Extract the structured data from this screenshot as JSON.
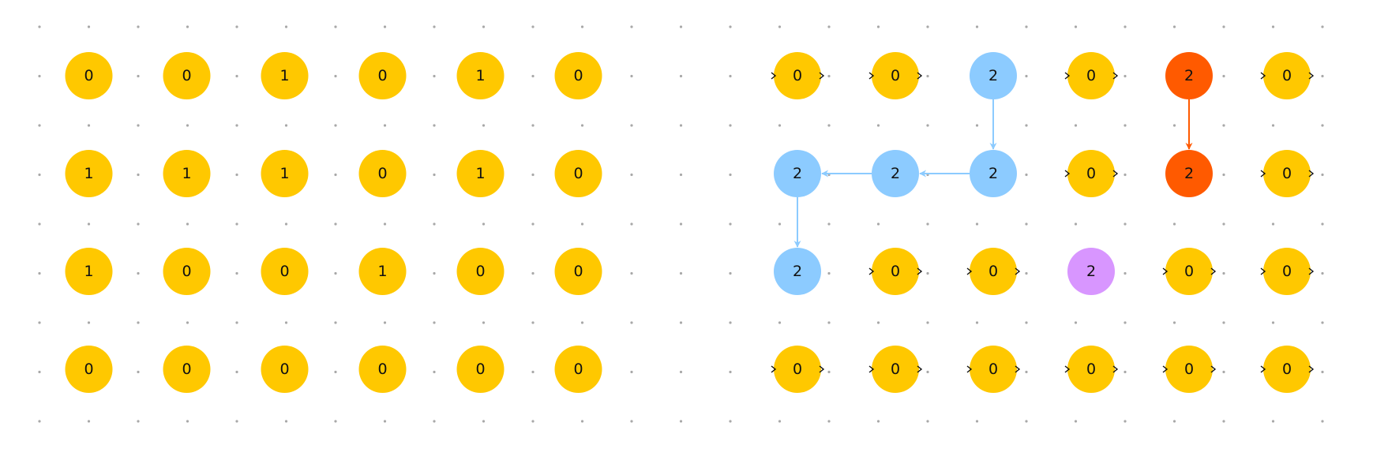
{
  "colors": {
    "background": "#ffffff",
    "grid_dot": "#a8a8a8",
    "default_node": "#ffc800",
    "group_blue": "#8ccbff",
    "group_orange": "#ff5a00",
    "group_purple": "#d896ff",
    "text": "#111111"
  },
  "input_grid": {
    "rows": 4,
    "cols": 6,
    "values": [
      [
        0,
        0,
        1,
        0,
        1,
        0
      ],
      [
        1,
        1,
        1,
        0,
        1,
        0
      ],
      [
        1,
        0,
        0,
        1,
        0,
        0
      ],
      [
        0,
        0,
        0,
        0,
        0,
        0
      ]
    ]
  },
  "output_grid": {
    "rows": 4,
    "cols": 6,
    "values": [
      [
        0,
        0,
        2,
        0,
        2,
        0
      ],
      [
        2,
        2,
        2,
        0,
        2,
        0
      ],
      [
        2,
        0,
        0,
        2,
        0,
        0
      ],
      [
        0,
        0,
        0,
        0,
        0,
        0
      ]
    ],
    "groups": [
      [
        null,
        null,
        "blue",
        null,
        "orange",
        null
      ],
      [
        "blue",
        "blue",
        "blue",
        null,
        "orange",
        null
      ],
      [
        "blue",
        null,
        null,
        "purple",
        null,
        null
      ],
      [
        null,
        null,
        null,
        null,
        null,
        null
      ]
    ],
    "edges": [
      {
        "from": [
          0,
          2
        ],
        "to": [
          1,
          2
        ],
        "color": "blue"
      },
      {
        "from": [
          1,
          2
        ],
        "to": [
          1,
          1
        ],
        "color": "blue"
      },
      {
        "from": [
          1,
          1
        ],
        "to": [
          1,
          0
        ],
        "color": "blue"
      },
      {
        "from": [
          1,
          0
        ],
        "to": [
          2,
          0
        ],
        "color": "blue"
      },
      {
        "from": [
          0,
          4
        ],
        "to": [
          1,
          4
        ],
        "color": "orange"
      }
    ]
  }
}
